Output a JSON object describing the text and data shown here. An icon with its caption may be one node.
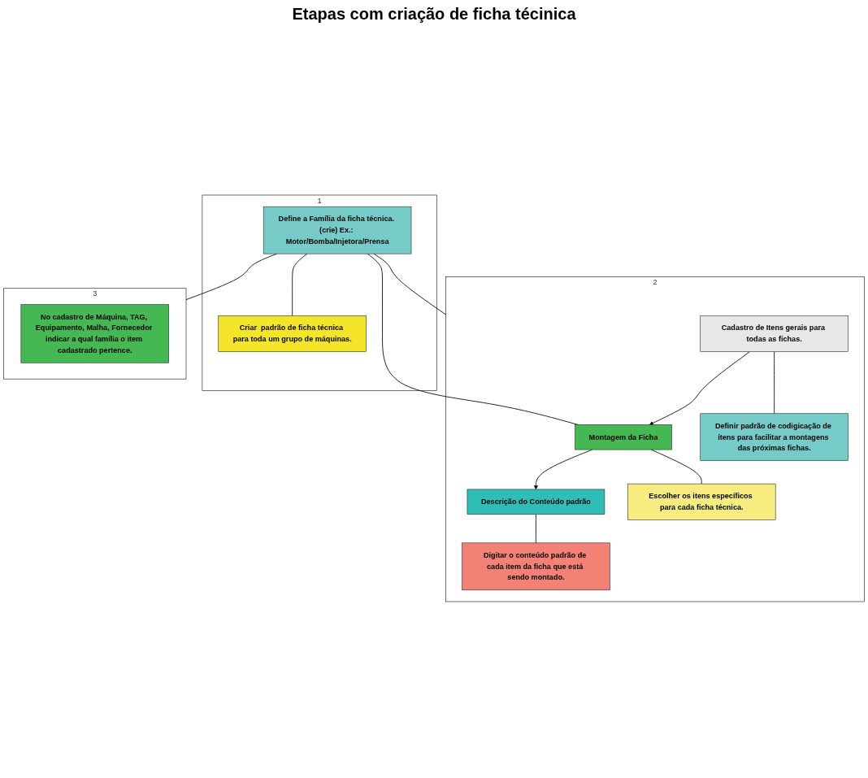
{
  "diagram": {
    "title": "Etapas com criação de ficha técinica",
    "nodes": [
      {
        "text": [],
        "shape": "box",
        "beside": [
          "1"
        ]
      },
      {
        "text": [
          "Define a Família da ficha técnica. (crie) Ex.: Motor/Bomba/Injetora/Prensa"
        ],
        "in": 0
      },
      {
        "text": [
          "Criar  padrão de ficha técnica para toda um grupo de máquinas."
        ],
        "in": 0
      },
      {
        "text": [],
        "shape": "box",
        "beside": [
          "2"
        ]
      },
      {
        "text": [
          "Cadastro de Itens gerais para todas as fichas."
        ],
        "in": 3
      },
      {
        "text": [
          "Montagem da Ficha"
        ],
        "in": 3
      },
      {
        "text": [
          "Descrição do Conteúdo padrão"
        ],
        "in": 3
      },
      {
        "text": [
          "Definir padrão de codigicação de ítens para facilitar a montagens das próximas fichas."
        ],
        "in": 3
      },
      {
        "text": [
          "Escolher os itens específicos para cada ficha técnica."
        ],
        "in": 3
      },
      {
        "text": [
          "Digitar o conteúdo padrão de cada item da ficha que está sendo montado."
        ],
        "in": 3
      },
      {
        "text": [],
        "shape": "box",
        "beside": [
          "3"
        ]
      },
      {
        "text": [
          "No cadastro de Máquina, TAG, Equipamento, Malha, Fornecedor indicar a qual família o item cadastrado pertence."
        ],
        "in": 10
      }
    ],
    "edges": [
      {
        "from": 1,
        "to": 2,
        "arrow": "none"
      },
      {
        "from": 1,
        "to": 5,
        "arrow": "none"
      },
      {
        "from": 4,
        "to": 5,
        "arrow": "to"
      },
      {
        "from": 5,
        "to": 6,
        "arrow": "to"
      },
      {
        "from": 4,
        "to": 7,
        "arrow": "none"
      },
      {
        "from": 5,
        "to": 8,
        "arrow": "none"
      },
      {
        "from": 6,
        "to": 9,
        "arrow": "none"
      },
      {
        "from": 1,
        "to": 3,
        "arrow": "none"
      },
      {
        "from": 1,
        "to": 10,
        "arrow": "none"
      }
    ]
  }
}
